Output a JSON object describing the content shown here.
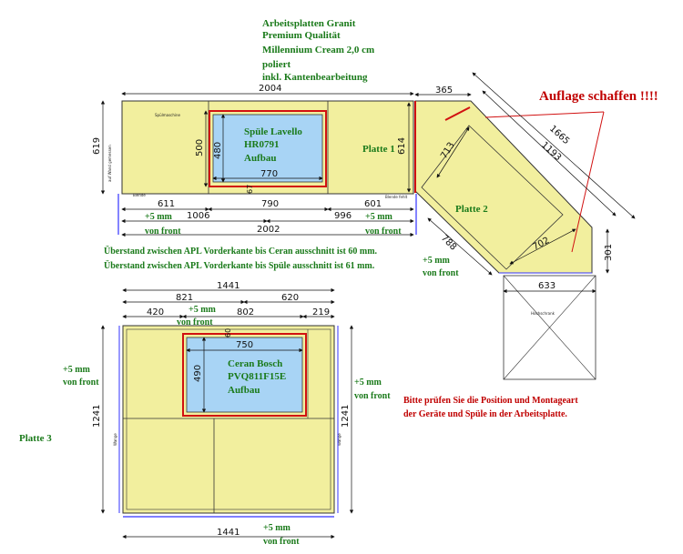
{
  "header": {
    "line1": "Arbeitsplatten Granit",
    "line2": "Premium Qualität",
    "line3": "Millennium Cream 2,0 cm",
    "line4": "poliert",
    "line5": "inkl. Kantenbearbeitung"
  },
  "alert": "Auflage schaffen !!!!",
  "platte1": {
    "label": "Platte 1",
    "sink_line1": "Spüle Lavello",
    "sink_line2": "HR0791",
    "sink_line3": "Aufbau",
    "dims": {
      "top": "2004",
      "left_height": "619",
      "right_height": "614",
      "cutout_h": "500",
      "sink_h": "480",
      "sink_w": "770",
      "bot_left": "611",
      "bot_mid": "790",
      "bot_right": "601",
      "bot2_left": "1006",
      "bot2_right": "996",
      "bot3": "2002",
      "small": "67"
    },
    "front_left": "+5 mm",
    "front_left2": "von front",
    "front_right": "+5 mm",
    "front_right2": "von front",
    "tiny_left": "auf Wand gemessen",
    "tiny_spuelmaschine": "Spülmaschine",
    "tiny_blende": "Blende",
    "tiny_blende_fehlt": "Blende fehlt"
  },
  "platte2": {
    "label": "Platte 2",
    "dims": {
      "top": "365",
      "d1665": "1665",
      "d1193": "1193",
      "d713": "713",
      "d702": "702",
      "d788": "788",
      "d301": "301",
      "d633": "633"
    },
    "front1": "+5 mm",
    "front2": "von front",
    "tiny_hochschrank": "Hochschrank"
  },
  "notes": {
    "line1": "Überstand zwischen APL Vorderkante bis Ceran ausschnitt ist 60 mm.",
    "line2": "Überstand zwischen APL Vorderkante bis Spüle ausschnitt ist 61 mm."
  },
  "platte3": {
    "label": "Platte 3",
    "ceran_line1": "Ceran Bosch",
    "ceran_line2": "PVQ811F15E",
    "ceran_line3": "Aufbau",
    "dims": {
      "top": "1441",
      "d821": "821",
      "d620": "620",
      "d420": "420",
      "d802": "802",
      "d219": "219",
      "d60": "60",
      "d750": "750",
      "d490": "490",
      "left": "1241",
      "right": "1241",
      "bottom": "1441"
    },
    "front_top1": "+5 mm",
    "front_top2": "von front",
    "front_left1": "+5 mm",
    "front_left2": "von front",
    "front_right1": "+5 mm",
    "front_right2": "von front",
    "front_bot1": "+5 mm",
    "front_bot2": "von front",
    "tiny_wange": "Wange"
  },
  "check_note": {
    "line1": "Bitte prüfen Sie die Position und Montageart",
    "line2": "der Geräte und Spüle in der Arbeitsplatte."
  },
  "colors": {
    "slab": "#f2ef9e",
    "cutout": "#a8d4f5",
    "red": "#d11111",
    "green": "#1a7a1a",
    "dark_red": "#a00000"
  }
}
